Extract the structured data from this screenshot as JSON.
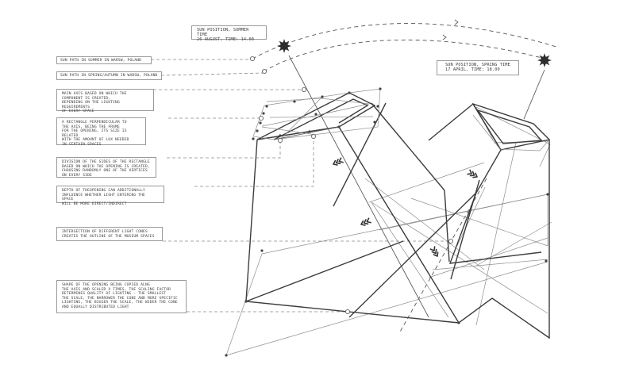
{
  "sun_labels": {
    "summer": "Sun position, summer time\n26 August, time: 14.00",
    "spring": "Sun position, spring time\n17 April, time: 18.00"
  },
  "path_labels": {
    "summer": "Sun path in summer in Warsw, Poland",
    "spring": "Sun path in spring/autumn in Warsw, Poland"
  },
  "annotations": [
    {
      "id": "main-axis",
      "text": "Main axis based on which the\ncomponent is created,\ndepending on the lighting requirements\nof every space"
    },
    {
      "id": "rectangle",
      "text": "A rectangle  perpendicular to\nthe axis, being the frame\nfor the opening, its size is related\nwith the amount of lux needed\nin certain spaces"
    },
    {
      "id": "division",
      "text": "Division of the sides of the rectangle\nbased on which the opening is created,\nchoosing randomly one of the vertices\non every side"
    },
    {
      "id": "depth",
      "text": "Depth of theopening can additionally\ninfluence whether light entering the space\nwill be more direct/indirect"
    },
    {
      "id": "intersection",
      "text": "Intersection of different light cones\ncreates the outline of the museum spaces"
    },
    {
      "id": "shape",
      "text": "Shape of the opening being copied alng\nthe axis and scaled X times, the scaling factor\ndetermines quality of lighting - the smallest\nthe scale, the narrower the cone and more specific\nlighting, the bigger the scale, the wider the cone\nand equally distributed light"
    }
  ],
  "icons": {
    "sun": "sun-icon",
    "direction": "chevron-arrow-icon",
    "vertex": "vertex-dot-icon",
    "leader_end": "leader-ring-icon"
  },
  "colors": {
    "line_dark": "#3c3c3c",
    "line_light": "#8f8f8f",
    "label_border": "#9a9a9a",
    "text": "#3a3a3a",
    "sun": "#2e2e2e"
  }
}
